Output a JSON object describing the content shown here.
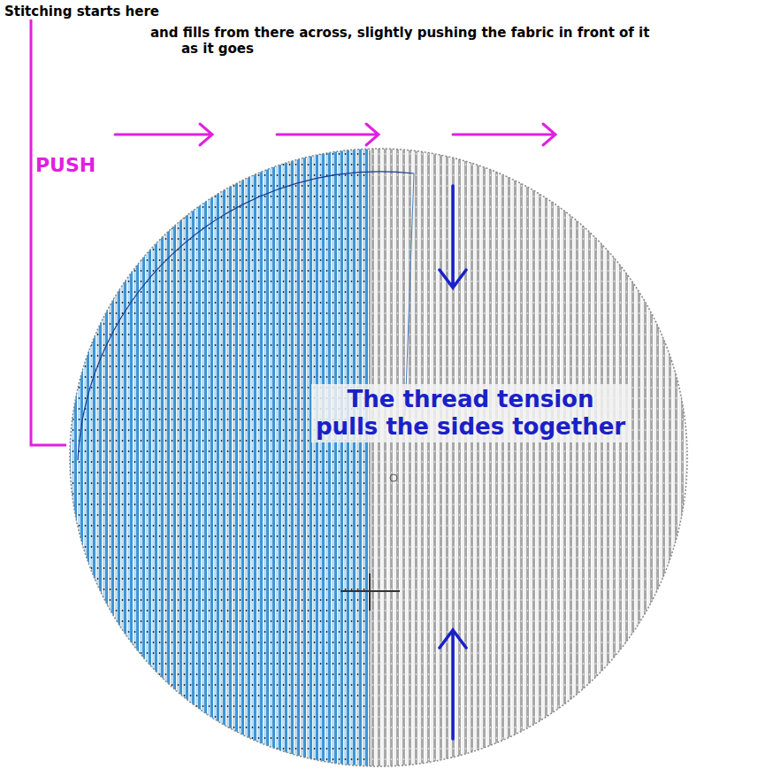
{
  "diagram": {
    "labels": [
      "Stitching starts here",
      "and fills from there across, slightly pushing the fabric in front of it as it goes",
      "PUSH",
      "The thread tension pulls the sides together"
    ]
  }
}
